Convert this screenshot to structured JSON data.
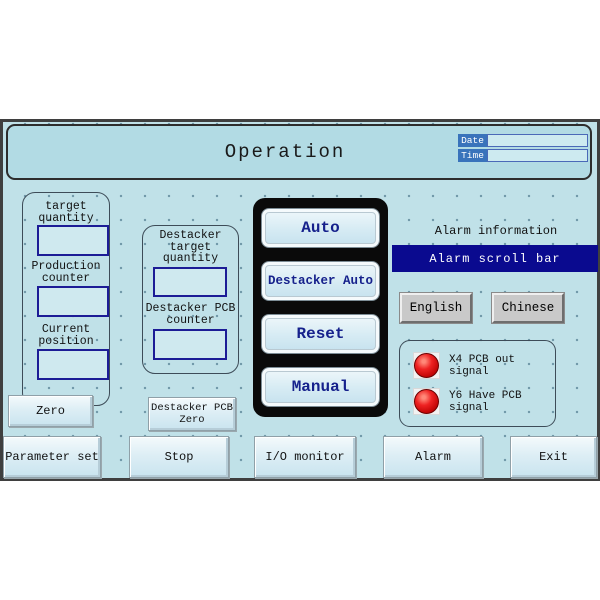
{
  "header": {
    "title": "Operation",
    "date_label": "Date",
    "time_label": "Time",
    "date_value": "",
    "time_value": ""
  },
  "left_panel": {
    "fields": [
      {
        "label": "target quantity",
        "value": ""
      },
      {
        "label": "Production counter",
        "value": ""
      },
      {
        "label": "Current position",
        "value": ""
      }
    ],
    "zero_button_label": "Zero"
  },
  "destacker_panel": {
    "fields": [
      {
        "label": "Destacker target quantity",
        "value": ""
      },
      {
        "label": "Destacker PCB counter",
        "value": ""
      }
    ],
    "zero_button_label": "Destacker PCB Zero"
  },
  "mode_buttons": [
    {
      "label": "Auto"
    },
    {
      "label": "Destacker Auto"
    },
    {
      "label": "Reset"
    },
    {
      "label": "Manual"
    }
  ],
  "alarm_panel": {
    "info_label": "Alarm information",
    "scroll_bar_text": "Alarm scroll bar",
    "language_buttons": [
      {
        "label": "English"
      },
      {
        "label": "Chinese"
      }
    ]
  },
  "signal_panel": {
    "indicators": [
      {
        "label": "X4 PCB out signal",
        "state": "red"
      },
      {
        "label": "Y6 Have PCB signal",
        "state": "red"
      }
    ]
  },
  "bottom_bar": {
    "buttons": [
      {
        "label": "Parameter set"
      },
      {
        "label": "Stop"
      },
      {
        "label": "I/O monitor"
      },
      {
        "label": "Alarm"
      },
      {
        "label": "Exit"
      }
    ]
  },
  "colors": {
    "screen_bg": "#c0e1e8",
    "header_bg": "#b2dbe4",
    "alarm_bar_bg": "#0a0a8f",
    "mode_button_text": "#16218c",
    "lamp_red": "#d60000",
    "date_label_bg": "#3973bb",
    "field_border": "#1c1c96"
  }
}
